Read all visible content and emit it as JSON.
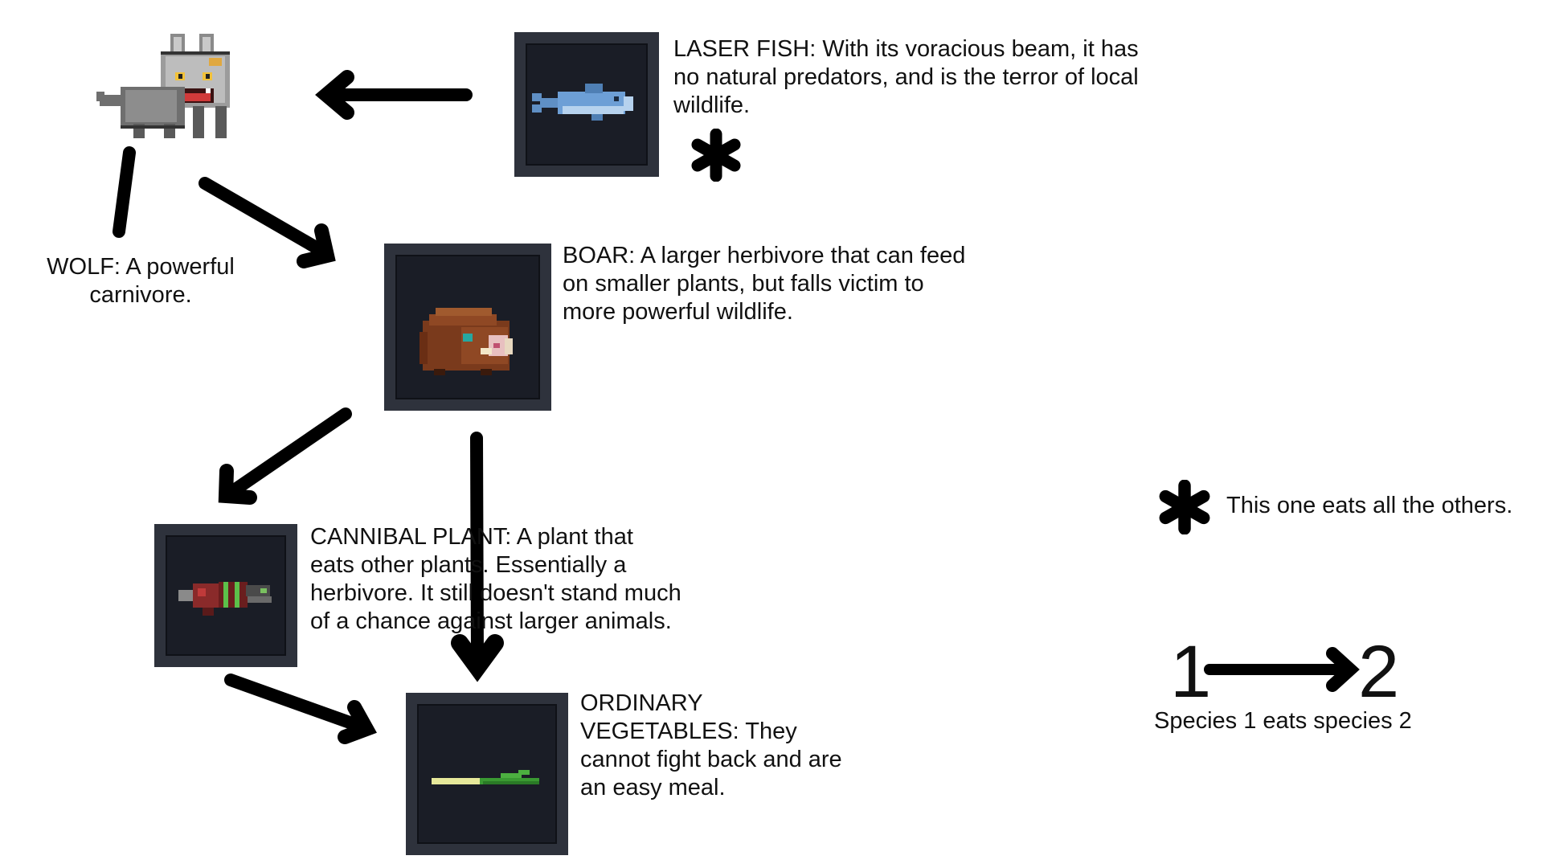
{
  "species": {
    "wolf": {
      "label": "WOLF: A powerful carnivore.",
      "line1": "WOLF: A powerful",
      "line2": "carnivore.",
      "sprite": "wolf-sprite"
    },
    "laser_fish": {
      "lines": [
        "LASER FISH: With its voracious beam, it has",
        "no natural predators, and is the terror of local",
        "wildlife."
      ],
      "sprite": "laser-fish-sprite",
      "marker": "asterisk-icon"
    },
    "boar": {
      "lines": [
        "BOAR:  A larger herbivore that can feed",
        "on smaller plants, but falls victim to",
        "more powerful wildlife."
      ],
      "sprite": "boar-sprite"
    },
    "cannibal_plant": {
      "lines": [
        "CANNIBAL PLANT: A plant that",
        "eats other plants. Essentially a",
        "herbivore. It still doesn't stand much",
        "of a chance against larger animals."
      ],
      "sprite": "cannibal-plant-sprite"
    },
    "vegetables": {
      "lines": [
        "ORDINARY",
        "VEGETABLES: They",
        "cannot fight back and are",
        "an easy meal."
      ],
      "sprite": "vegetable-sprite"
    }
  },
  "legend": {
    "asterisk_text": "This one eats all the others.",
    "asterisk_icon": "asterisk-icon",
    "num_from": "1",
    "num_to": "2",
    "arrow_text": "Species 1 eats species 2"
  },
  "edges": [
    {
      "from": "laser_fish",
      "to": "wolf"
    },
    {
      "from": "wolf",
      "to": "boar"
    },
    {
      "from": "boar",
      "to": "cannibal_plant"
    },
    {
      "from": "boar",
      "to": "vegetables"
    },
    {
      "from": "cannibal_plant",
      "to": "vegetables"
    }
  ],
  "colors": {
    "card_frame": "#2e323c",
    "card_inner": "#1a1d26",
    "arrow": "#000000",
    "text": "#111111"
  }
}
